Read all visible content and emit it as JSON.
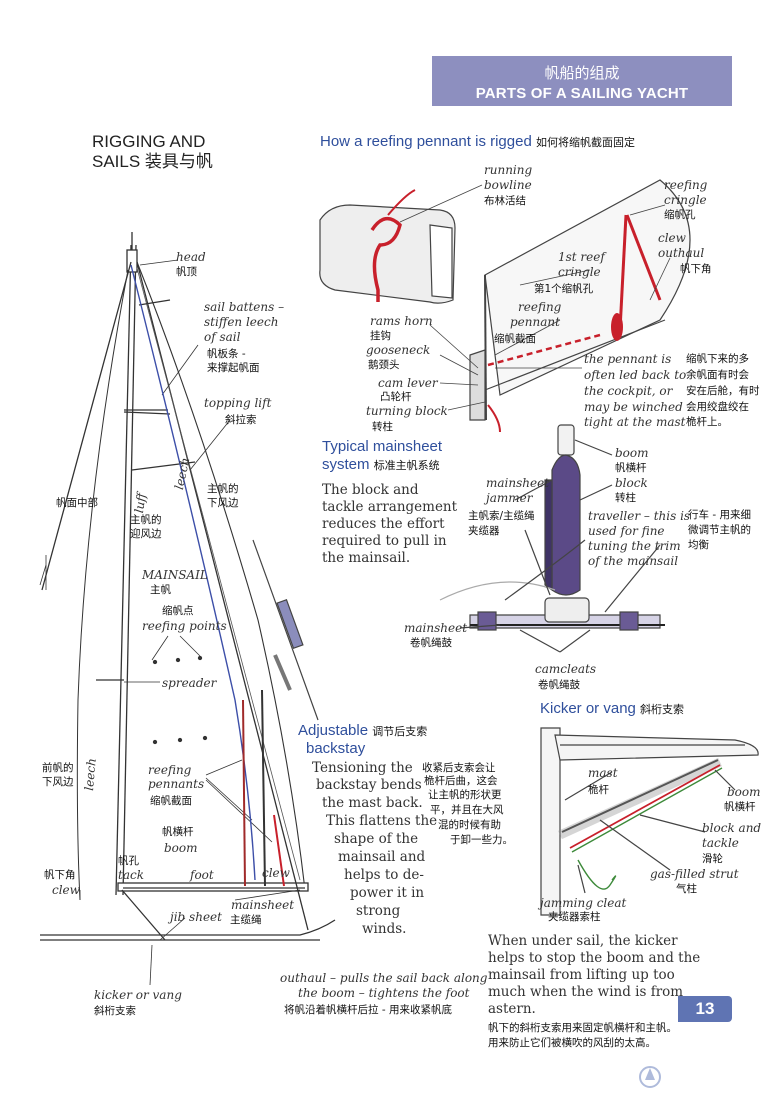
{
  "banner": {
    "cn": "帆船的组成",
    "en": "PARTS OF A SAILING YACHT"
  },
  "rigging": {
    "title_line1": "RIGGING AND",
    "title_line2": "SAILS 装具与帆"
  },
  "rig_labels": {
    "head": "head",
    "head_cn": "帆顶",
    "battens_1": "sail battens –",
    "battens_2": "stiffen leech",
    "battens_3": "of sail",
    "battens_cn1": "帆板条 -",
    "battens_cn2": "来撑起帆面",
    "topping_lift": "topping lift",
    "topping_lift_cn": "斜拉索",
    "mid_cn": "帆面中部",
    "leech": "leech",
    "leech_cn1": "主帆的",
    "leech_cn2": "下风边",
    "luff": "luff",
    "luff_cn1": "主帆的",
    "luff_cn2": "迎风边",
    "mainsail": "MAINSAIL",
    "mainsail_cn": "主帆",
    "reef_points_cn": "缩帆点",
    "reef_points": "reefing points",
    "spreader": "spreader",
    "fore_leech_cn1": "前帆的",
    "fore_leech_cn2": "下风边",
    "fore_leech": "leech",
    "reefing_pennants_1": "reefing",
    "reefing_pennants_2": "pennants",
    "reefing_pennants_cn": "缩帆截面",
    "boom_cn": "帆横杆",
    "boom": "boom",
    "tack_cn": "帆孔",
    "tack": "tack",
    "foot": "foot",
    "clew": "clew",
    "fore_clew_cn": "帆下角",
    "fore_clew": "clew",
    "mainsheet": "mainsheet",
    "mainsheet_cn": "主缆绳",
    "jib_sheet": "jib sheet",
    "kicker": "kicker or vang",
    "kicker_cn": "斜桁支索",
    "outhaul_1": "outhaul – pulls the sail back along",
    "outhaul_2": "the boom – tightens the foot",
    "outhaul_cn": "将帆沿着帆横杆后拉 - 用来收紧帆底"
  },
  "reefing": {
    "heading": "How a reefing pennant is rigged",
    "heading_cn": "如何将缩帆截面固定",
    "running_bowline_1": "running",
    "running_bowline_2": "bowline",
    "running_bowline_cn": "布林活结",
    "reefing_cringle_1": "reefing",
    "reefing_cringle_2": "cringle",
    "reefing_cringle_cn": "缩帆孔",
    "clew_outhaul_1": "clew",
    "clew_outhaul_2": "outhaul",
    "clew_outhaul_cn": "帆下角",
    "first_reef_1": "1st reef",
    "first_reef_2": "cringle",
    "first_reef_cn": "第1个缩帆孔",
    "reefing_pennant_1": "reefing",
    "reefing_pennant_2": "pennant",
    "reefing_pennant_cn": "缩帆截面",
    "rams_horn": "rams horn",
    "rams_horn_cn": "挂钩",
    "gooseneck": "gooseneck",
    "gooseneck_cn": "鹅颈头",
    "cam_lever": "cam lever",
    "cam_lever_cn": "凸轮杆",
    "turning_block": "turning block",
    "turning_block_cn": "转柱",
    "pennant_note_1": "the pennant is",
    "pennant_note_2": "often led back to",
    "pennant_note_3": "the cockpit, or",
    "pennant_note_4": "may be winched",
    "pennant_note_5": "tight at the mast",
    "pennant_cn_1": "缩帆下来的多",
    "pennant_cn_2": "余帆面有时会",
    "pennant_cn_3": "安在后舱，有时",
    "pennant_cn_4": "会用绞盘绞在",
    "pennant_cn_5": "桅杆上。"
  },
  "mainsheet_sys": {
    "heading_1": "Typical mainsheet",
    "heading_2": "system",
    "heading_cn": "标准主帆系统",
    "body_1": "The block and",
    "body_2": "tackle arrangement",
    "body_3": "reduces the effort",
    "body_4": "required to pull in",
    "body_5": "the mainsail.",
    "jammer_1": "mainsheet",
    "jammer_2": "jammer",
    "jammer_cn1": "主帆索/主缆绳",
    "jammer_cn2": "夹缆器",
    "boom": "boom",
    "boom_cn": "帆横杆",
    "block": "block",
    "block_cn": "转柱",
    "traveller_1": "traveller – this is",
    "traveller_2": "used for fine",
    "traveller_3": "tuning the trim",
    "traveller_4": "of the mainsail",
    "traveller_cn1": "行车 - 用来细",
    "traveller_cn2": "微调节主帆的",
    "traveller_cn3": "均衡",
    "mainsheet": "mainsheet",
    "mainsheet_cn": "卷帆绳鼓",
    "camcleats": "camcleats",
    "camcleats_cn": "卷帆绳鼓"
  },
  "backstay": {
    "heading_1": "Adjustable",
    "heading_cn": "调节后支索",
    "heading_2": "backstay",
    "body_1": "Tensioning the",
    "body_2": "backstay bends",
    "body_3": "the mast back.",
    "body_4": "This flattens the",
    "body_5": "shape of the",
    "body_6": "mainsail and",
    "body_7": "helps to de-",
    "body_8": "power it in",
    "body_9": "strong",
    "body_10": "winds.",
    "cn_1": "收紧后支索会让",
    "cn_2": "桅杆后曲，这会",
    "cn_3": "让主帆的形状更",
    "cn_4": "平，并且在大风",
    "cn_5": "混的时候有助",
    "cn_6": "于卸一些力。"
  },
  "kicker": {
    "heading": "Kicker or vang",
    "heading_cn": "斜桁支索",
    "mast": "mast",
    "mast_cn": "桅杆",
    "boom": "boom",
    "boom_cn": "帆横杆",
    "block_1": "block and",
    "block_2": "tackle",
    "block_cn": "滑轮",
    "strut": "gas-filled strut",
    "strut_cn": "气柱",
    "cleat": "jamming cleat",
    "cleat_cn": "夹缆器索柱",
    "body_1": "When under sail, the kicker",
    "body_2": "helps to stop the boom and the",
    "body_3": "mainsail from lifting up too",
    "body_4": "much when the wind is from",
    "body_5": "astern.",
    "cn_1": "帆下的斜桁支索用来固定帆横杆和主帆。",
    "cn_2": "用来防止它们被横吹的风刮的太高。"
  },
  "page_number": "13",
  "colors": {
    "banner": "#8d8fbf",
    "heading_blue": "#2f4f9c",
    "rope_red": "#c8202b",
    "page_num": "#5f74b3"
  }
}
